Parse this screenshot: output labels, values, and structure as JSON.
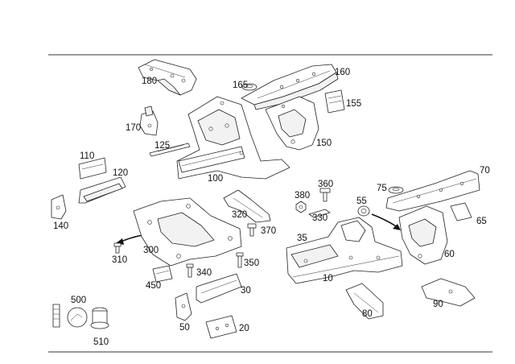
{
  "diagram": {
    "callouts": [
      {
        "id": "c180",
        "text": "180"
      },
      {
        "id": "c165",
        "text": "165"
      },
      {
        "id": "c160",
        "text": "160"
      },
      {
        "id": "c155",
        "text": "155"
      },
      {
        "id": "c170",
        "text": "170"
      },
      {
        "id": "c150",
        "text": "150"
      },
      {
        "id": "c125",
        "text": "125"
      },
      {
        "id": "c110",
        "text": "110"
      },
      {
        "id": "c120",
        "text": "120"
      },
      {
        "id": "c100",
        "text": "100"
      },
      {
        "id": "c140",
        "text": "140"
      },
      {
        "id": "c360",
        "text": "360"
      },
      {
        "id": "c380",
        "text": "380"
      },
      {
        "id": "c75",
        "text": "75"
      },
      {
        "id": "c70",
        "text": "70"
      },
      {
        "id": "c55",
        "text": "55"
      },
      {
        "id": "c320",
        "text": "320"
      },
      {
        "id": "c330",
        "text": "330"
      },
      {
        "id": "c65",
        "text": "65"
      },
      {
        "id": "c370",
        "text": "370"
      },
      {
        "id": "c35",
        "text": "35"
      },
      {
        "id": "c310",
        "text": "310"
      },
      {
        "id": "c300",
        "text": "300"
      },
      {
        "id": "c60",
        "text": "60"
      },
      {
        "id": "c340",
        "text": "340"
      },
      {
        "id": "c350",
        "text": "350"
      },
      {
        "id": "c10",
        "text": "10"
      },
      {
        "id": "c450",
        "text": "450"
      },
      {
        "id": "c30",
        "text": "30"
      },
      {
        "id": "c500",
        "text": "500"
      },
      {
        "id": "c90",
        "text": "90"
      },
      {
        "id": "c80",
        "text": "80"
      },
      {
        "id": "c50",
        "text": "50"
      },
      {
        "id": "c20",
        "text": "20"
      },
      {
        "id": "c510",
        "text": "510"
      }
    ]
  }
}
